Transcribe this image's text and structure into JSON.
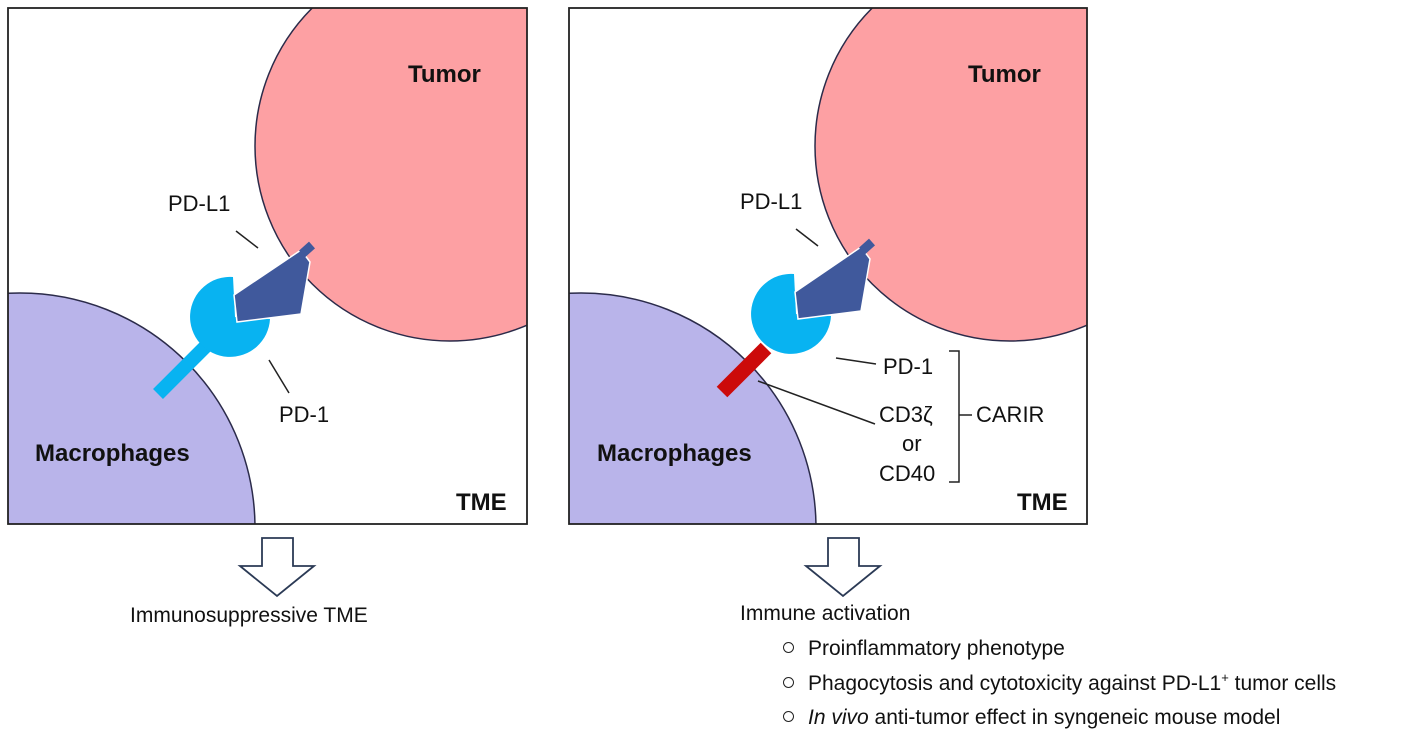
{
  "colors": {
    "tumor": "#fda0a3",
    "macrophage": "#b9b4ea",
    "pd1": "#08b3f1",
    "pdl1": "#40599c",
    "cd3z": "#cc0a0a",
    "outline": "#2b2b4a"
  },
  "left_panel": {
    "tumor_label": "Tumor",
    "macrophage_label": "Macrophages",
    "tme_label": "TME",
    "pdl1_label": "PD-L1",
    "pd1_label": "PD-1",
    "outcome": "Immunosuppressive TME"
  },
  "right_panel": {
    "tumor_label": "Tumor",
    "macrophage_label": "Macrophages",
    "tme_label": "TME",
    "pdl1_label": "PD-L1",
    "pd1_label": "PD-1",
    "cd3z_label": "CD3ζ",
    "or_label": "or",
    "cd40_label": "CD40",
    "carir_label": "CARIR",
    "outcome_title": "Immune activation",
    "outcomes": [
      {
        "text": "Proinflammatory phenotype"
      },
      {
        "text": "Phagocytosis and cytotoxicity against PD-L1",
        "sup": "+",
        "after": " tumor cells"
      },
      {
        "italic": "In vivo",
        "text": " anti-tumor effect in syngeneic mouse model"
      }
    ]
  }
}
